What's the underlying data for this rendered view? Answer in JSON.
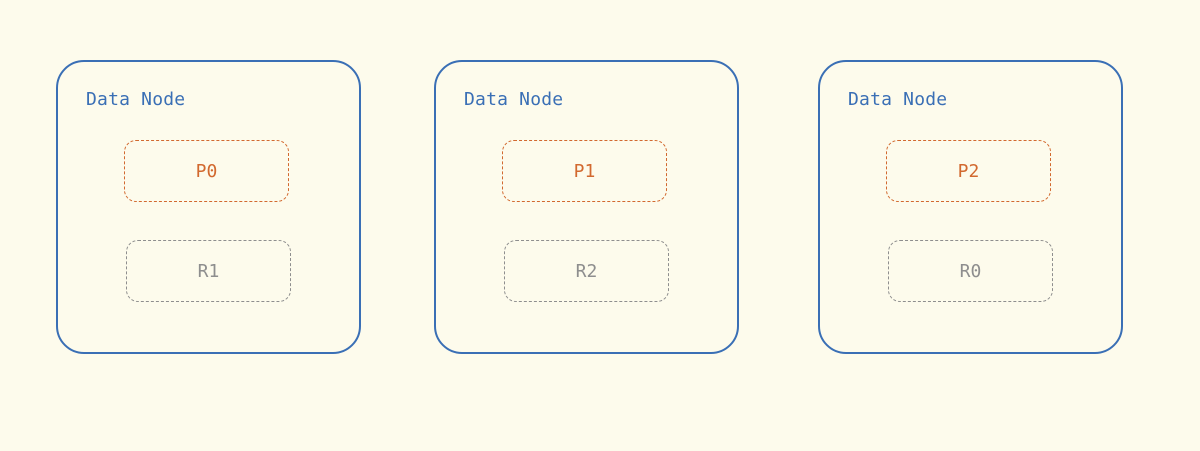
{
  "colors": {
    "background": "#fdfbec",
    "node_border": "#3a6fb5",
    "primary": "#d2692f",
    "replica": "#8e8e8e"
  },
  "nodes": [
    {
      "title": "Data Node",
      "primary": "P0",
      "replica": "R1"
    },
    {
      "title": "Data Node",
      "primary": "P1",
      "replica": "R2"
    },
    {
      "title": "Data Node",
      "primary": "P2",
      "replica": "R0"
    }
  ]
}
